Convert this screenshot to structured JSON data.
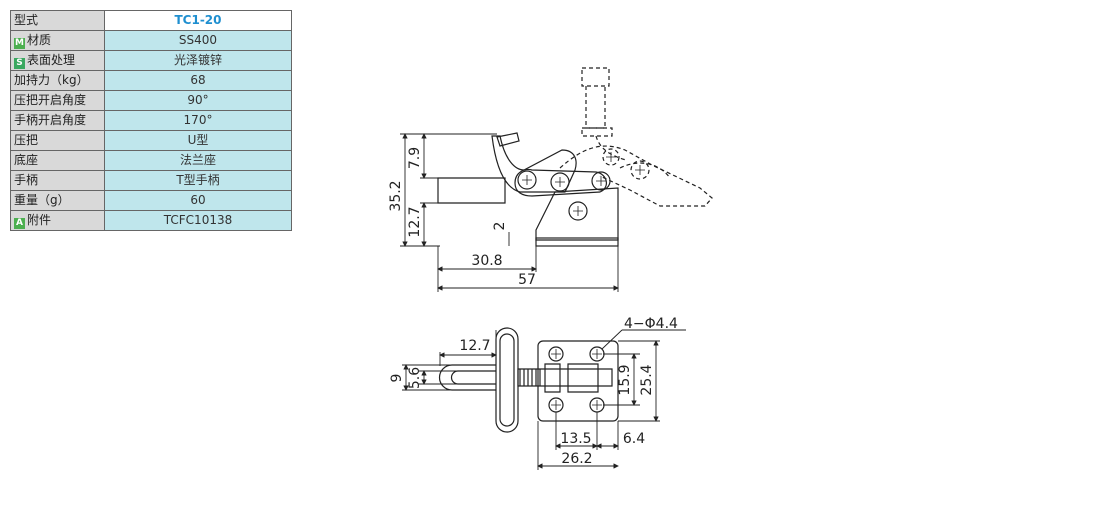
{
  "spec_table": {
    "rows": [
      {
        "label": "型式",
        "value": "TC1-20",
        "badge": ""
      },
      {
        "label": "材质",
        "value": "SS400",
        "badge": "M"
      },
      {
        "label": "表面处理",
        "value": "光泽镀锌",
        "badge": "S"
      },
      {
        "label": "加持力（kg）",
        "value": "68",
        "badge": ""
      },
      {
        "label": "压把开启角度",
        "value": "90°",
        "badge": ""
      },
      {
        "label": "手柄开启角度",
        "value": "170°",
        "badge": ""
      },
      {
        "label": "压把",
        "value": "U型",
        "badge": ""
      },
      {
        "label": "底座",
        "value": "法兰座",
        "badge": ""
      },
      {
        "label": "手柄",
        "value": "T型手柄",
        "badge": ""
      },
      {
        "label": "重量（g）",
        "value": "60",
        "badge": ""
      },
      {
        "label": "附件",
        "value": "TCFC10138",
        "badge": "A"
      }
    ],
    "badge_colors": {
      "M": "#4caf50",
      "S": "#3aa860",
      "A": "#4caf50"
    },
    "header_value_color": "#1f8fd0"
  },
  "side_view": {
    "dimensions": {
      "overall_height": "35.2",
      "top_offset": "7.9",
      "base_height": "12.7",
      "gap": "2",
      "reach": "30.8",
      "overall_length": "57"
    }
  },
  "top_view": {
    "dimensions": {
      "holes": "4−Φ4.4",
      "tip_length": "12.7",
      "outer_width": "9",
      "inner_width": "5.6",
      "hole_pitch_y": "15.9",
      "base_width": "25.4",
      "hole_pitch_x": "13.5",
      "edge_offset": "6.4",
      "base_length": "26.2"
    }
  }
}
